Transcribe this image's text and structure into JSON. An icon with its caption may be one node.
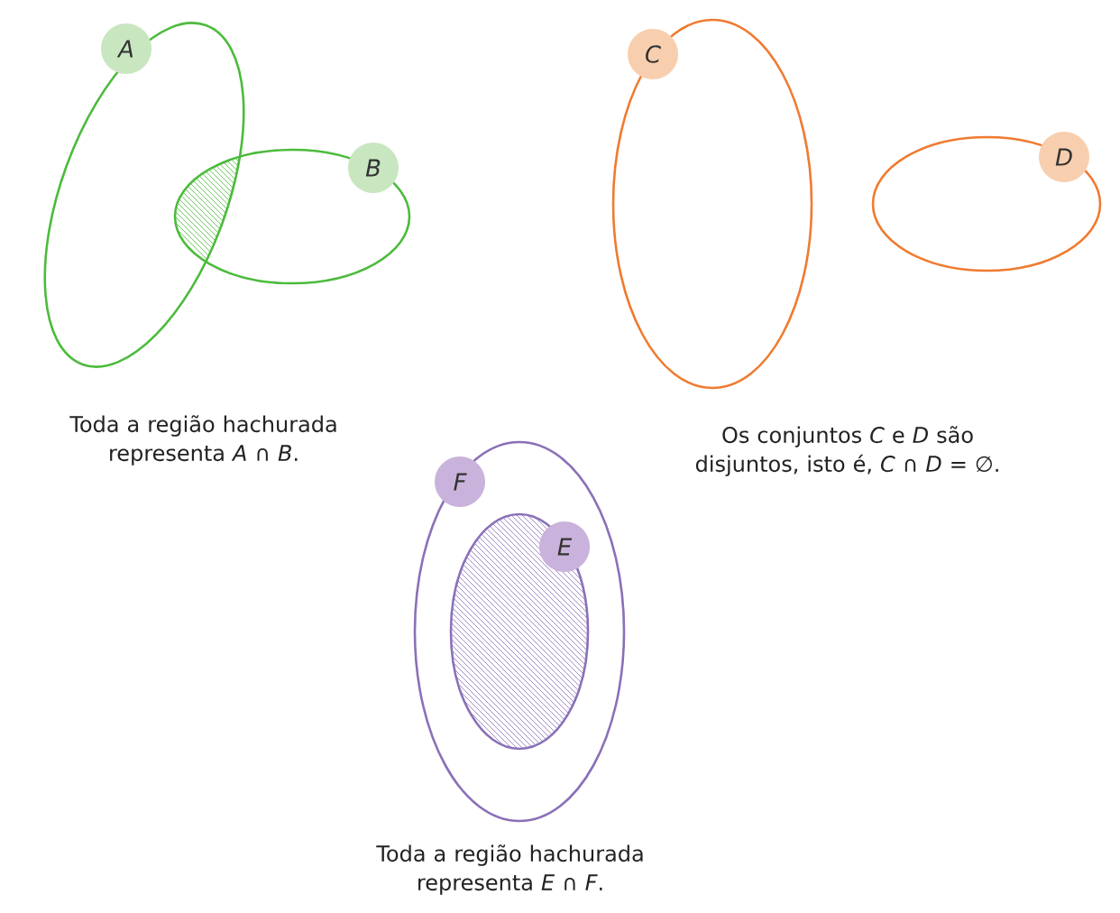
{
  "diagram": {
    "nodes": [
      {
        "text": [
          "A"
        ]
      },
      {
        "text": [
          "B"
        ]
      },
      {
        "text": [
          "C"
        ]
      },
      {
        "text": [
          "D"
        ]
      },
      {
        "text": [
          "F"
        ]
      },
      {
        "text": [
          "E"
        ],
        "in": 4
      }
    ],
    "labels": [
      "Toda a região hachurada representa *A* ∩ *B*.",
      "Os conjuntos *C* e *D* são disjuntos, isto é, *C* ∩ *D* = ∅.",
      "Toda a região hachurada representa *E* ∩ *F*."
    ]
  }
}
